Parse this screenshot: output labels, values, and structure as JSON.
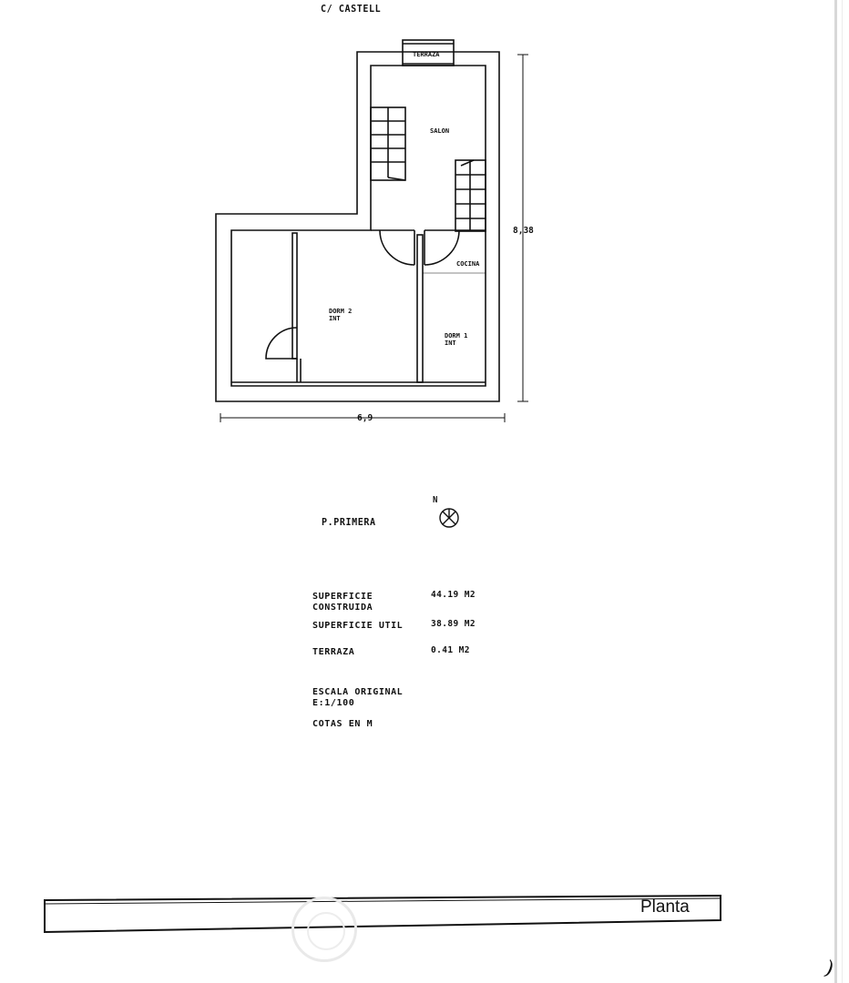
{
  "drawing": {
    "street": "C/ CASTELL",
    "rooms": {
      "terraza": "TERRAZA",
      "salon": "SALON",
      "cocina": "COCINA",
      "dorm2_line1": "DORM 2",
      "dorm2_line2": "INT",
      "dorm1_line1": "DORM 1",
      "dorm1_line2": "INT"
    },
    "dimensions": {
      "height": "8,38",
      "width": "6,9"
    },
    "floor_label": "P.PRIMERA",
    "north_label": "N"
  },
  "stats": {
    "built_area_label": "SUPERFICIE\nCONSTRUIDA",
    "built_area_value": "44.19 M2",
    "useful_area_label": "SUPERFICIE UTIL",
    "useful_area_value": "38.89 M2",
    "terrace_label": "TERRAZA",
    "terrace_value": "0.41 M2",
    "scale_label": "ESCALA ORIGINAL\nE:1/100",
    "units_label": "COTAS EN M"
  },
  "title_block": {
    "title": "Planta"
  }
}
